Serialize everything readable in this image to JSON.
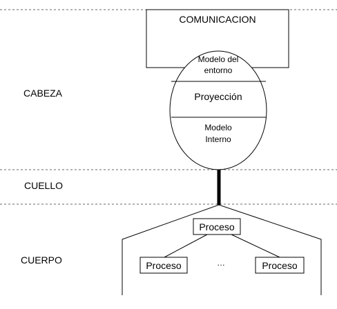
{
  "sections": {
    "cabeza": "CABEZA",
    "cuello": "CUELLO",
    "cuerpo": "CUERPO"
  },
  "comunicacion": "COMUNICACION",
  "egg": {
    "top_line1": "Modelo del",
    "top_line2": "entorno",
    "middle": "Proyección",
    "bottom_line1": "Modelo",
    "bottom_line2": "Interno"
  },
  "body": {
    "root_process": "Proceso",
    "left_process": "Proceso",
    "right_process": "Proceso",
    "ellipsis": "…"
  }
}
